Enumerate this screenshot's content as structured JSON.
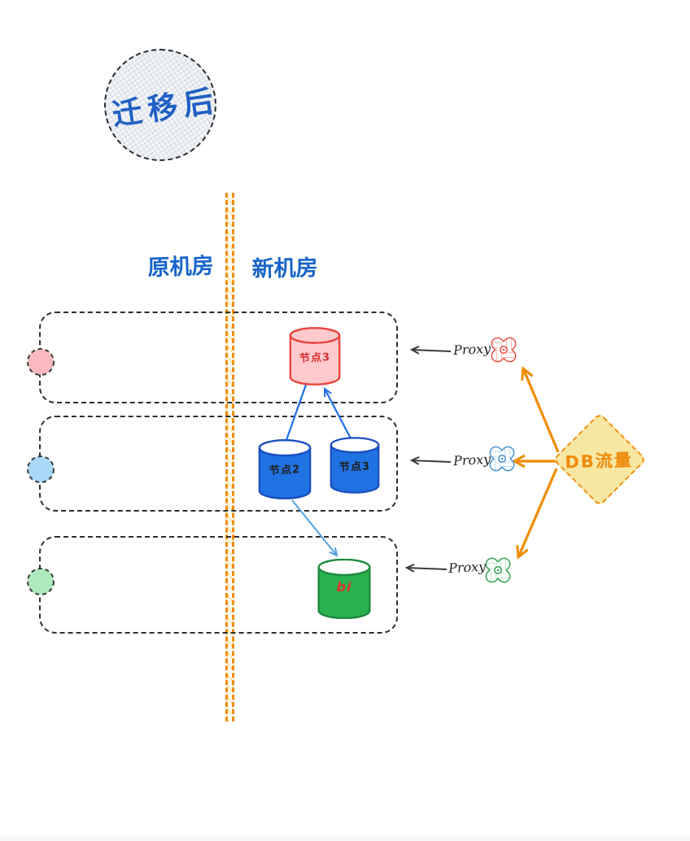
{
  "canvas": {
    "background": "#ffffff"
  },
  "legend": {
    "label": "迁移后",
    "text_color": "#2160c4"
  },
  "rooms": {
    "old_label": "原机房",
    "new_label": "新机房",
    "label_color": "#1864c9",
    "divider_color": "#f08c00"
  },
  "groups": [
    {
      "name": "group-red",
      "dot_color": "#f9b9bd",
      "proxy": {
        "label": "Proxy",
        "icon": "pinwheel-star-icon",
        "color": "#e8554c"
      },
      "nodes": [
        {
          "label": "节点3",
          "fill": "#ffc9cd",
          "stroke": "#e8443f",
          "label_color": "#d63031"
        }
      ]
    },
    {
      "name": "group-blue",
      "dot_color": "#a9d9f6",
      "proxy": {
        "label": "Proxy",
        "icon": "pinwheel-star-icon",
        "color": "#4a96d2"
      },
      "nodes": [
        {
          "label": "节点2",
          "fill": "#2071e1",
          "stroke": "#1b4fc0",
          "label_color": "#1e1e1e"
        },
        {
          "label": "节点3",
          "fill": "#2071e1",
          "stroke": "#1b4fc0",
          "label_color": "#1e1e1e"
        }
      ]
    },
    {
      "name": "group-green",
      "dot_color": "#ace9bc",
      "proxy": {
        "label": "Proxy",
        "icon": "pinwheel-star-icon",
        "color": "#35a458"
      },
      "nodes": [
        {
          "label": "bi",
          "fill": "#29b24e",
          "stroke": "#1e8a3e",
          "label_color": "#e03131"
        }
      ]
    }
  ],
  "traffic": {
    "label": "DB流量",
    "fill": "#f8e7a3",
    "border_color": "#f08c00",
    "text_color": "#ef8a0a"
  },
  "connections": {
    "proxy_to_group_arrow_color": "#3a3a3a",
    "traffic_to_proxy_arrow_color": "#f08c00",
    "replication_arrow_color": "#1f6fe8",
    "sync_to_green_arrow_color": "#54a0e0"
  }
}
